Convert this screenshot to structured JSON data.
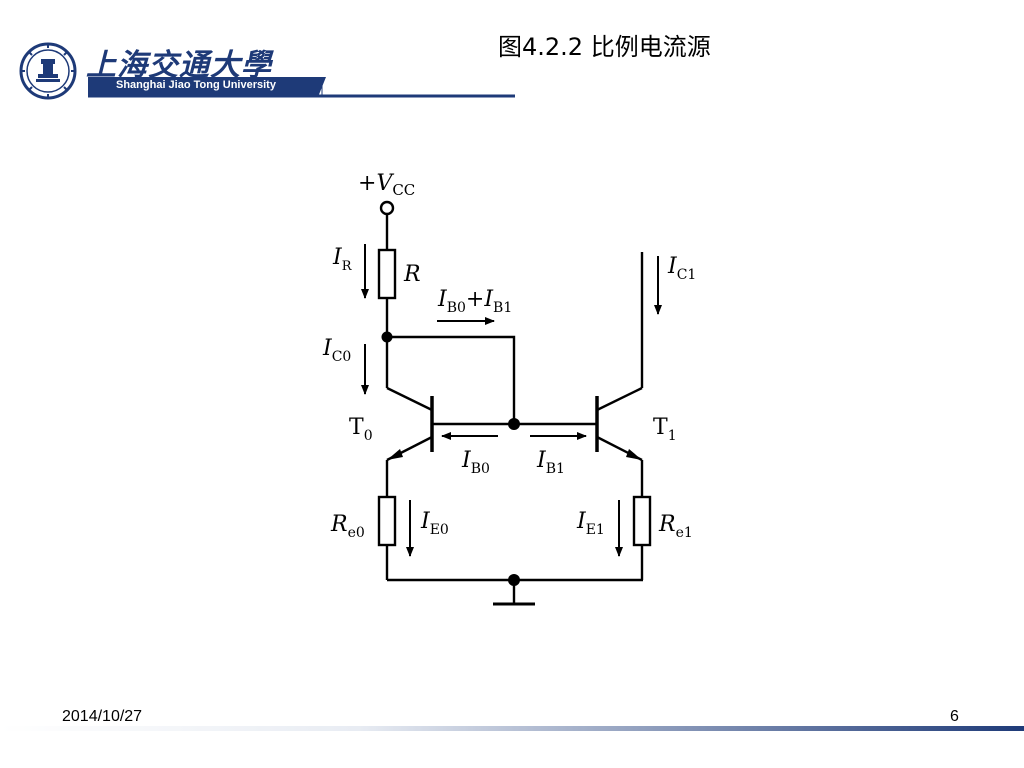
{
  "slide": {
    "title": "图4.2.2  比例电流源",
    "logo_cn": "上海交通大學",
    "logo_en": "Shanghai Jiao Tong University",
    "date": "2014/10/27",
    "page_number": "6"
  },
  "diagram": {
    "vcc_plus": "+",
    "vcc_v": "V",
    "vcc_sub": "CC",
    "ir_i": "I",
    "ir_sub": "R",
    "r_label": "R",
    "ib_sum_i1": "I",
    "ib_sum_sub1": "B0",
    "ib_sum_plus": "+",
    "ib_sum_i2": "I",
    "ib_sum_sub2": "B1",
    "ic0_i": "I",
    "ic0_sub": "C0",
    "ic1_i": "I",
    "ic1_sub": "C1",
    "t0_t": "T",
    "t0_sub": "0",
    "t1_t": "T",
    "t1_sub": "1",
    "ib0_i": "I",
    "ib0_sub": "B0",
    "ib1_i": "I",
    "ib1_sub": "B1",
    "re0_r": "R",
    "re0_sub": "e0",
    "ie0_i": "I",
    "ie0_sub": "E0",
    "ie1_i": "I",
    "ie1_sub": "E1",
    "re1_r": "R",
    "re1_sub": "e1"
  }
}
